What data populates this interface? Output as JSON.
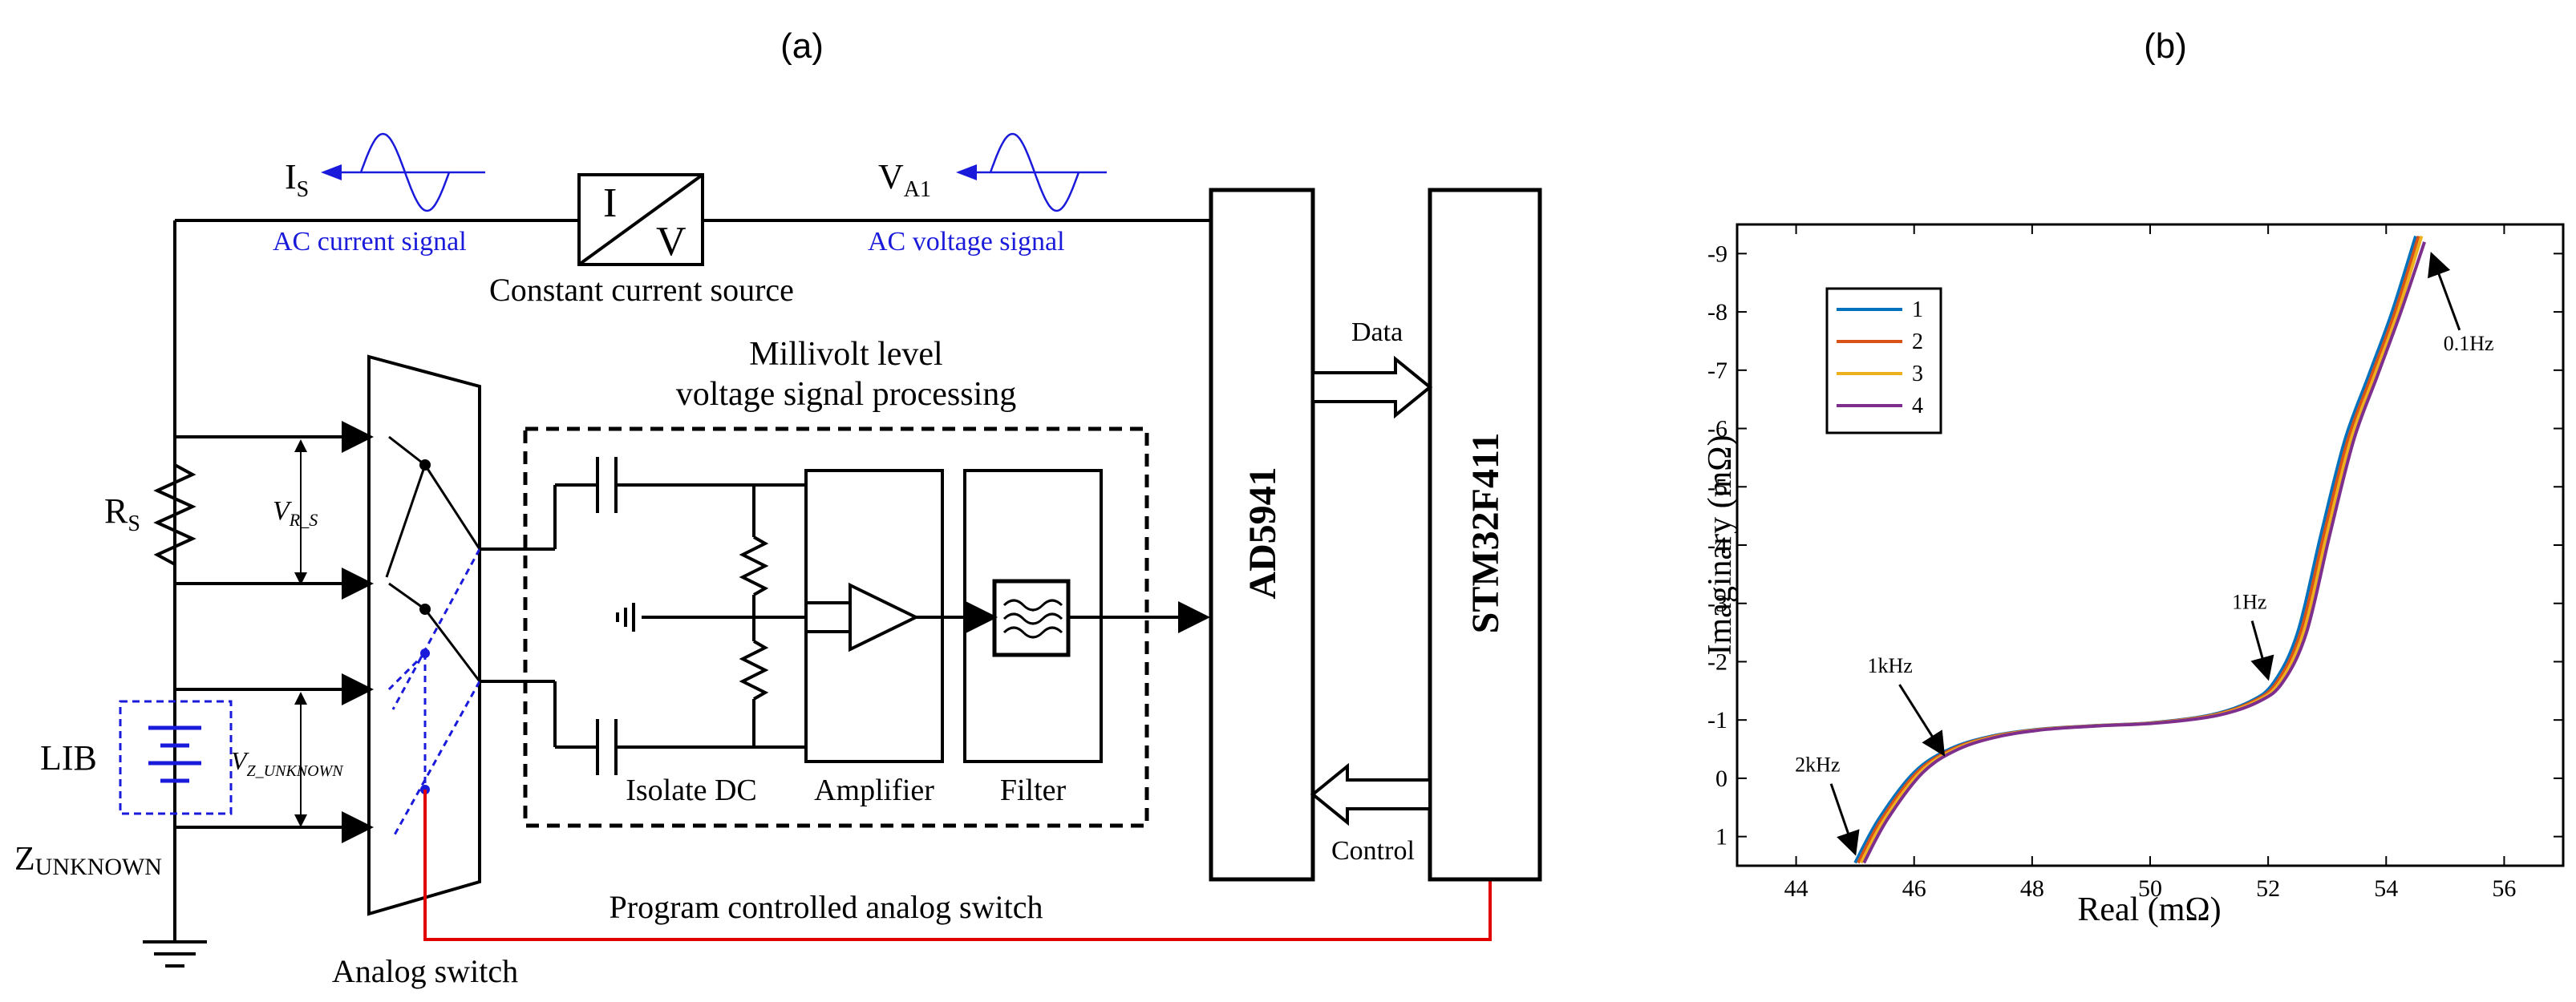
{
  "panels": {
    "a_label": "(a)",
    "b_label": "(b)"
  },
  "circuit": {
    "is_label": "I",
    "is_sub": "S",
    "va1_label": "V",
    "va1_sub": "A1",
    "ac_current_signal": "AC current signal",
    "ac_voltage_signal": "AC voltage signal",
    "source_i": "I",
    "source_v": "V",
    "constant_current_source": "Constant current source",
    "mv_title_line1": "Millivolt level",
    "mv_title_line2": "voltage signal processing",
    "rs_label": "R",
    "rs_sub": "S",
    "vrs_label": "V",
    "vrs_sub": "R_S",
    "lib_label": "LIB",
    "vz_label": "V",
    "vz_sub": "Z_UNKNOWN",
    "z_label": "Z",
    "z_sub": "UNKNOWN",
    "isolate_dc": "Isolate DC",
    "amplifier": "Amplifier",
    "filter": "Filter",
    "ad5941": "AD5941",
    "stm32": "STM32F411",
    "data": "Data",
    "control": "Control",
    "program_switch": "Program controlled analog switch",
    "analog_switch": "Analog switch"
  },
  "chart_data": {
    "type": "line",
    "title": "",
    "xlabel": "Real (mΩ)",
    "ylabel": "Imaginary (mΩ)",
    "xlim": [
      43,
      57
    ],
    "ylim": [
      1.5,
      -9.5
    ],
    "y_inverted": true,
    "xticks": [
      44,
      46,
      48,
      50,
      52,
      54,
      56
    ],
    "yticks": [
      1,
      0,
      -1,
      -2,
      -3,
      -4,
      -5,
      -6,
      -7,
      -8,
      -9
    ],
    "grid": false,
    "legend_position": "top-left",
    "series": [
      {
        "name": "1",
        "color": "#0072BD",
        "x": [
          45.0,
          45.4,
          46.0,
          46.6,
          47.3,
          48.1,
          49.0,
          50.0,
          51.0,
          51.7,
          52.1,
          52.5,
          52.9,
          53.3,
          53.7,
          54.1,
          54.5
        ],
        "y": [
          1.45,
          0.7,
          -0.1,
          -0.5,
          -0.72,
          -0.84,
          -0.9,
          -0.95,
          -1.08,
          -1.32,
          -1.65,
          -2.5,
          -4.2,
          -5.8,
          -6.9,
          -8.0,
          -9.3
        ]
      },
      {
        "name": "2",
        "color": "#D95319",
        "x": [
          45.05,
          45.45,
          46.05,
          46.65,
          47.35,
          48.15,
          49.05,
          50.05,
          51.05,
          51.75,
          52.15,
          52.55,
          52.95,
          53.35,
          53.75,
          54.15,
          54.55
        ],
        "y": [
          1.45,
          0.7,
          -0.1,
          -0.5,
          -0.72,
          -0.84,
          -0.9,
          -0.95,
          -1.08,
          -1.32,
          -1.65,
          -2.5,
          -4.2,
          -5.8,
          -6.9,
          -8.0,
          -9.3
        ]
      },
      {
        "name": "3",
        "color": "#EDB120",
        "x": [
          45.1,
          45.5,
          46.1,
          46.7,
          47.4,
          48.2,
          49.1,
          50.1,
          51.1,
          51.8,
          52.2,
          52.6,
          53.0,
          53.4,
          53.8,
          54.2,
          54.6
        ],
        "y": [
          1.45,
          0.7,
          -0.1,
          -0.5,
          -0.72,
          -0.84,
          -0.9,
          -0.95,
          -1.08,
          -1.32,
          -1.65,
          -2.5,
          -4.2,
          -5.8,
          -6.9,
          -8.0,
          -9.3
        ]
      },
      {
        "name": "4",
        "color": "#7E2F8E",
        "x": [
          45.15,
          45.55,
          46.15,
          46.75,
          47.45,
          48.25,
          49.15,
          50.15,
          51.15,
          51.85,
          52.25,
          52.65,
          53.05,
          53.45,
          53.85,
          54.25,
          54.65
        ],
        "y": [
          1.45,
          0.7,
          -0.1,
          -0.5,
          -0.72,
          -0.84,
          -0.9,
          -0.95,
          -1.08,
          -1.32,
          -1.65,
          -2.5,
          -4.2,
          -5.8,
          -6.9,
          -8.0,
          -9.2
        ]
      }
    ],
    "annotations": [
      {
        "text": "0.1Hz",
        "x": 54.7,
        "y": -9.2
      },
      {
        "text": "1Hz",
        "x": 52.0,
        "y": -1.6
      },
      {
        "text": "1kHz",
        "x": 46.5,
        "y": -0.3
      },
      {
        "text": "2kHz",
        "x": 45.0,
        "y": 1.4
      }
    ]
  }
}
